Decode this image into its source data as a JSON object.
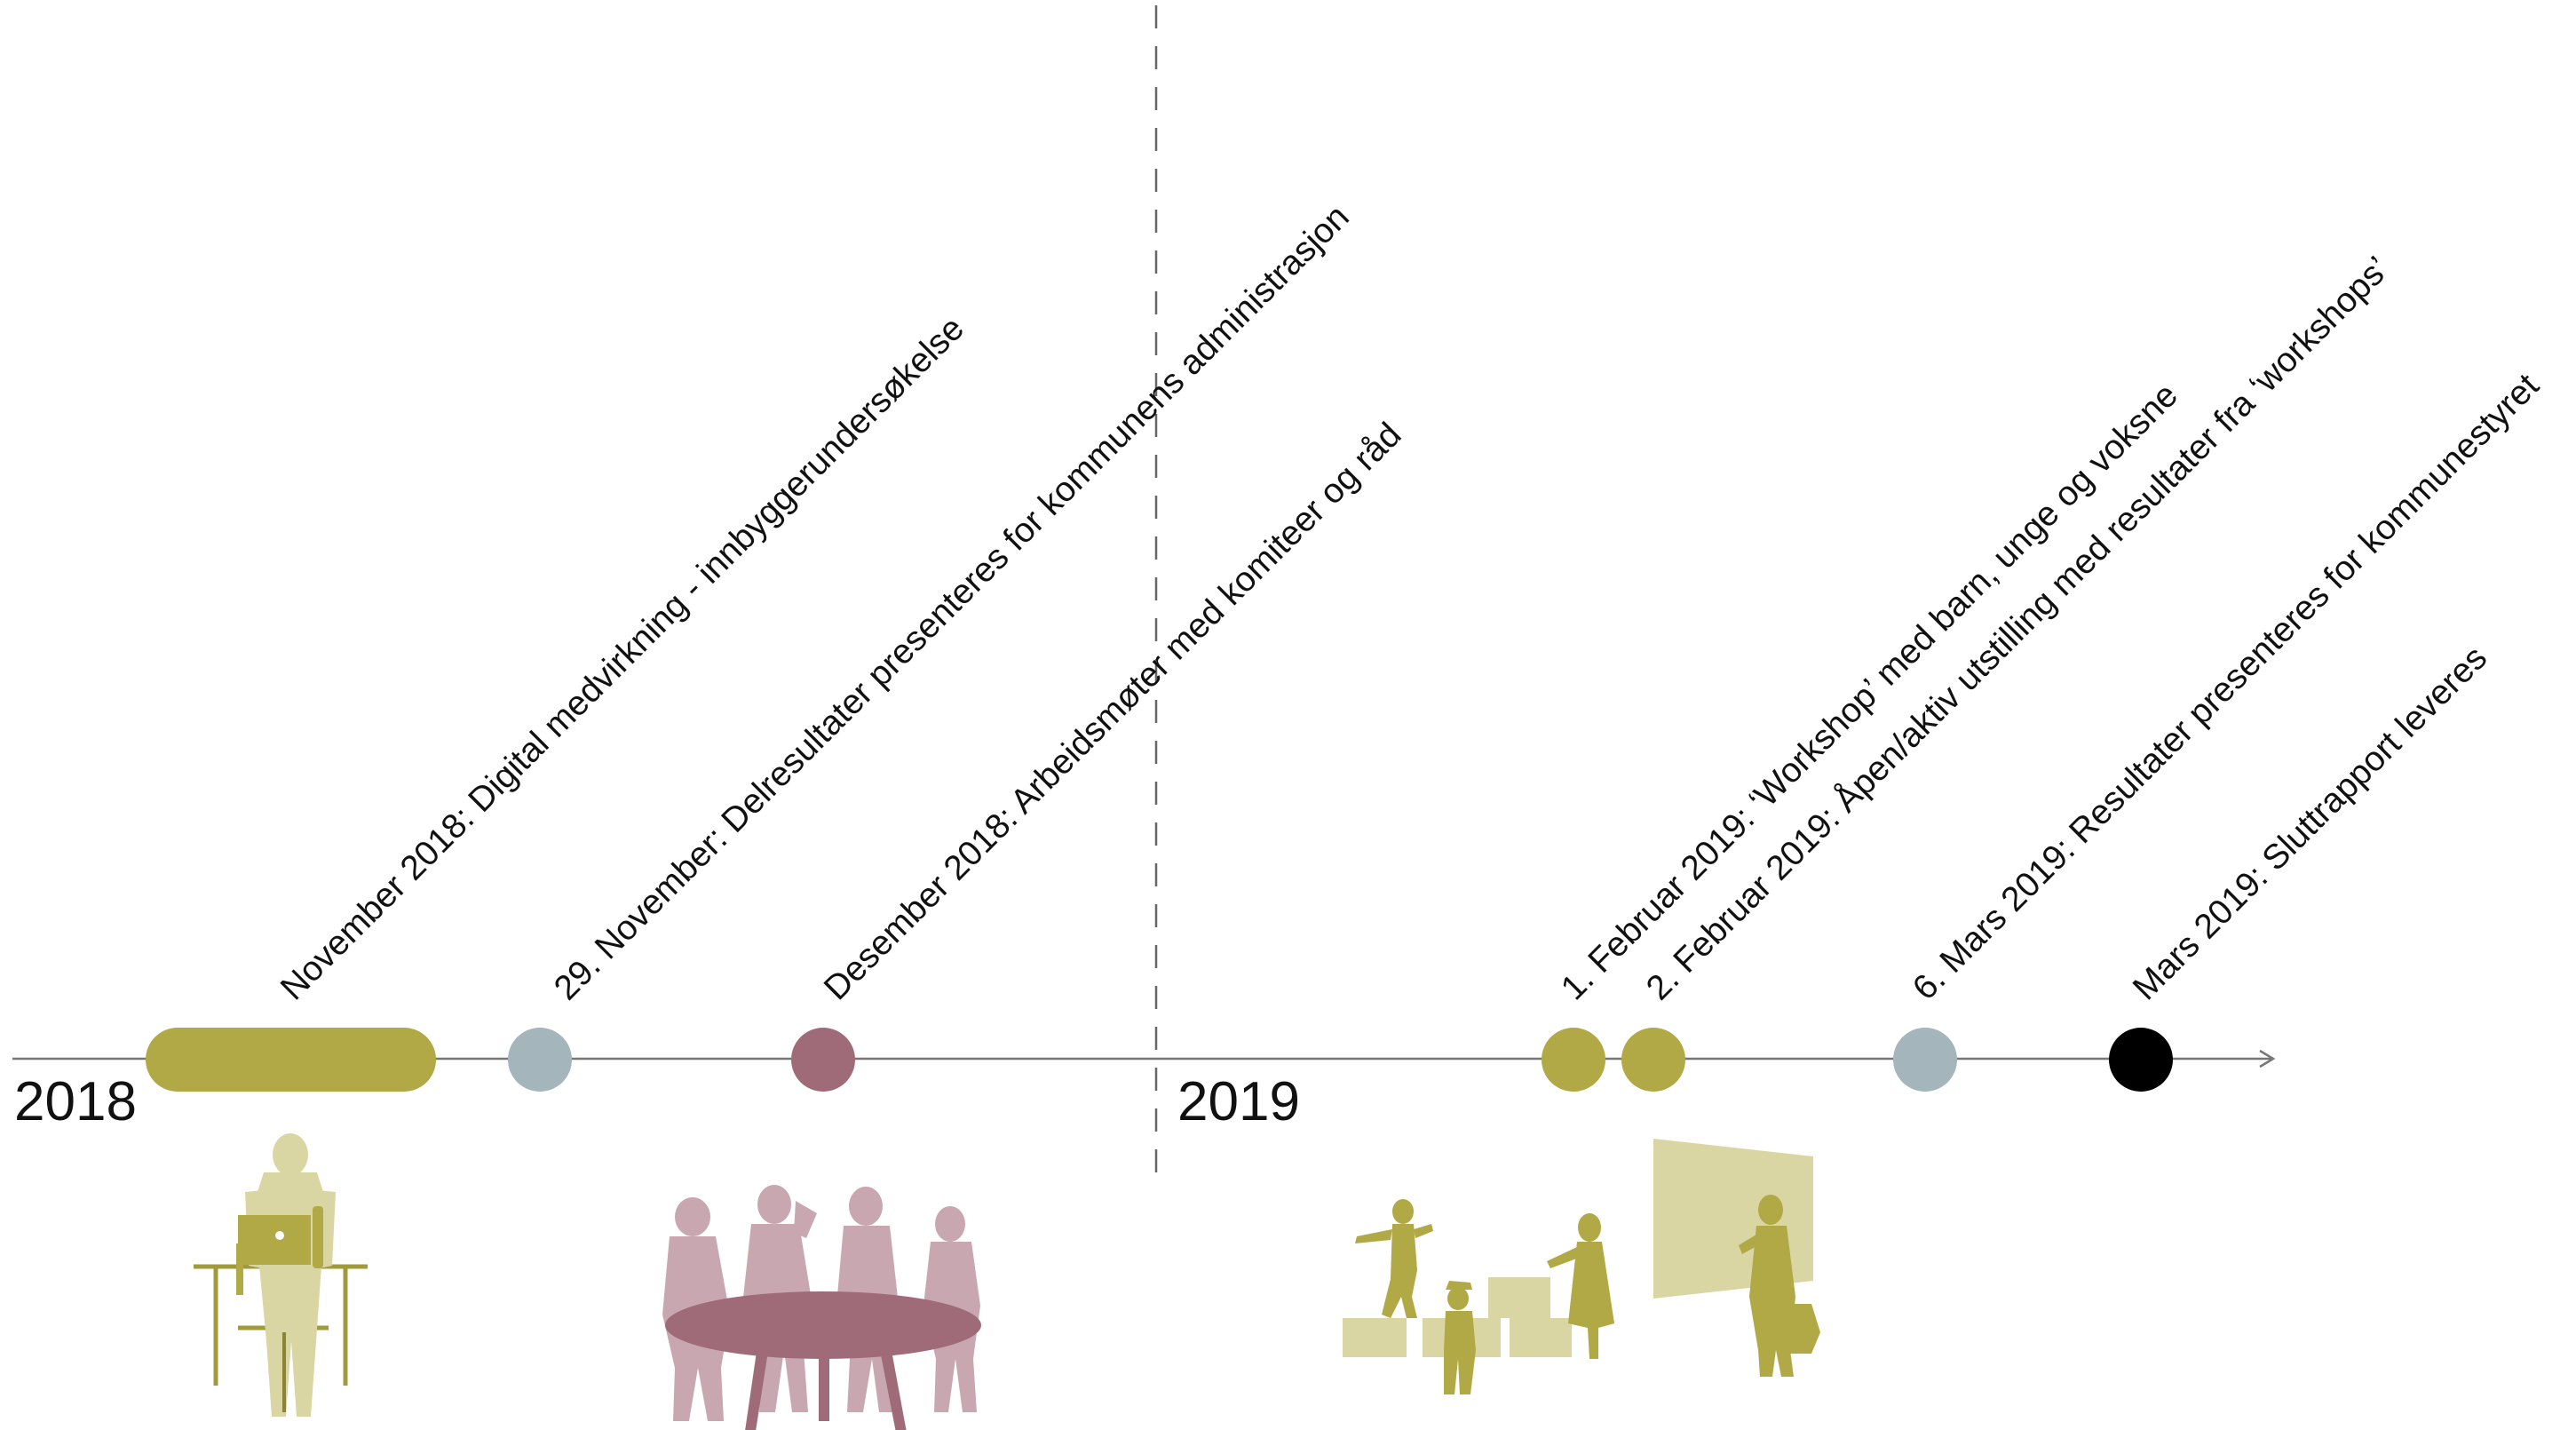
{
  "colors": {
    "olive": "#b0a945",
    "olive_light": "#d9d6a3",
    "mauve": "#a06b78",
    "mauve_light": "#c8a7b0",
    "slate": "#a4b6bb",
    "black": "#000000",
    "axis": "#777777"
  },
  "timeline": {
    "years": [
      {
        "label": "2018"
      },
      {
        "label": "2019"
      }
    ],
    "events": [
      {
        "label": "November 2018: Digital medvirkning - innbyggerundersøkelse",
        "color": "olive",
        "shape": "bar"
      },
      {
        "label": "29. November: Delresultater presenteres for kommunens administrasjon",
        "color": "slate",
        "shape": "dot"
      },
      {
        "label": "Desember 2018: Arbeidsmøter med komiteer og råd",
        "color": "mauve",
        "shape": "dot"
      },
      {
        "label": "1. Februar 2019: ‘Workshop’ med barn, unge og voksne",
        "color": "olive",
        "shape": "dot"
      },
      {
        "label": "2. Februar 2019: Åpen/aktiv utstilling med resultater fra ‘workshops’",
        "color": "olive",
        "shape": "dot"
      },
      {
        "label": "6. Mars 2019: Resultater presenteres for kommunestyret",
        "color": "slate",
        "shape": "dot"
      },
      {
        "label": "Mars 2019: Sluttrapport leveres",
        "color": "black",
        "shape": "dot"
      }
    ]
  },
  "illustrations": [
    {
      "name": "person-with-laptop-illustration",
      "color": "olive"
    },
    {
      "name": "meeting-around-table-illustration",
      "color": "mauve"
    },
    {
      "name": "children-workshop-illustration",
      "color": "olive"
    },
    {
      "name": "exhibition-viewer-illustration",
      "color": "olive"
    }
  ]
}
